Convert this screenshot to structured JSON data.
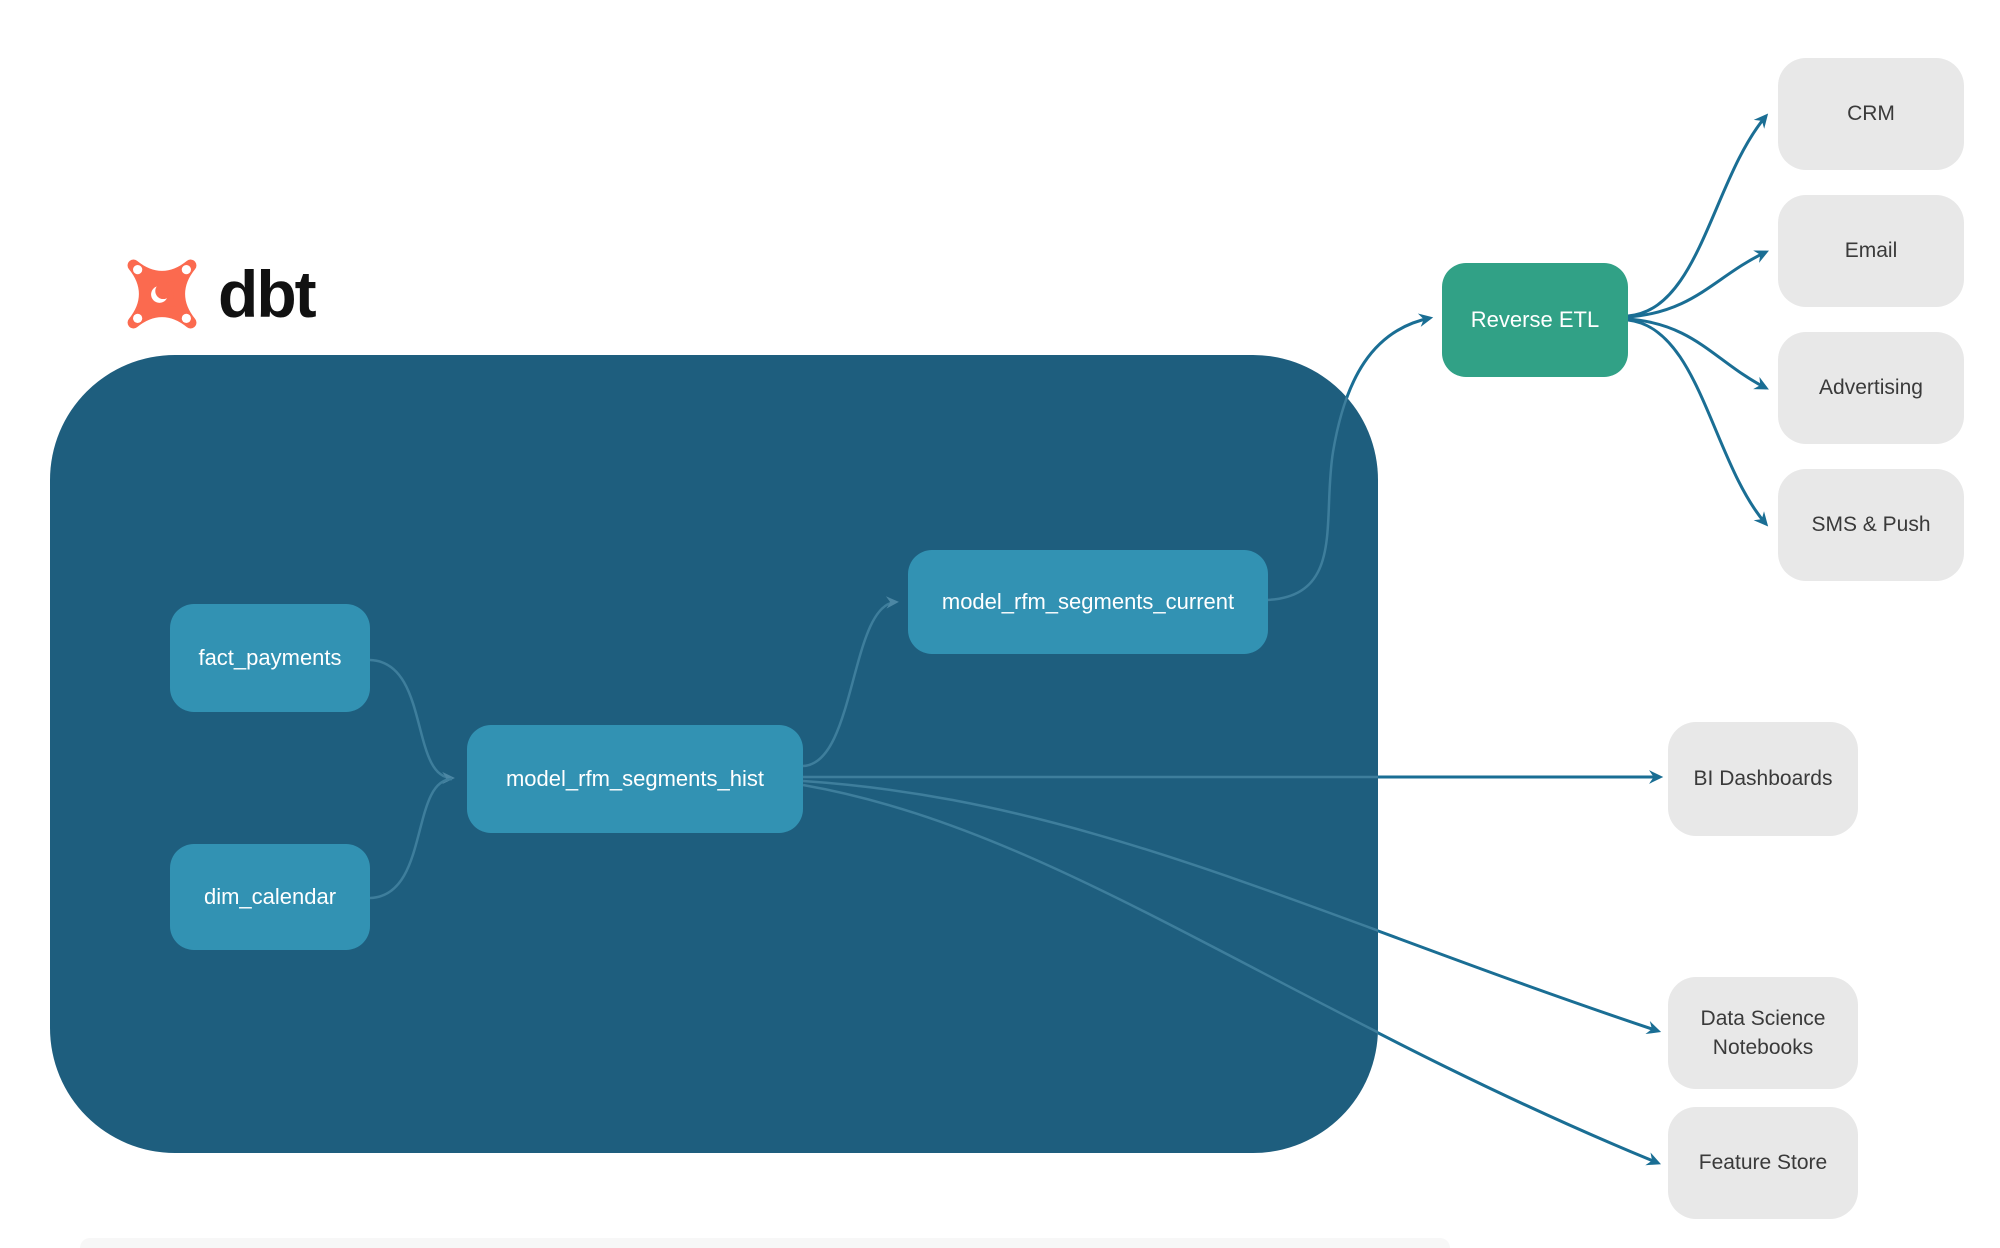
{
  "brand": {
    "name": "dbt"
  },
  "colors": {
    "warehouse_container": "#1E5E7E",
    "model_node": "#3292B3",
    "reverse_etl_node": "#31A186",
    "destination_box": "#E8E8E8",
    "destination_text": "#3A3A3A",
    "edge_outside": "#1A6E94",
    "edge_inside": "#3E7E9C",
    "logo_orange": "#FB6A4F",
    "node_text": "#FFFFFF"
  },
  "warehouse": {
    "nodes": [
      {
        "id": "fact_payments",
        "label": "fact_payments"
      },
      {
        "id": "dim_calendar",
        "label": "dim_calendar"
      },
      {
        "id": "model_rfm_segments_hist",
        "label": "model_rfm_segments_hist"
      },
      {
        "id": "model_rfm_segments_current",
        "label": "model_rfm_segments_current"
      }
    ]
  },
  "reverse_etl": {
    "label": "Reverse ETL"
  },
  "destinations": [
    {
      "id": "crm",
      "label": "CRM"
    },
    {
      "id": "email",
      "label": "Email"
    },
    {
      "id": "advertising",
      "label": "Advertising"
    },
    {
      "id": "sms_push",
      "label": "SMS & Push"
    },
    {
      "id": "bi_dashboards",
      "label": "BI Dashboards"
    },
    {
      "id": "ds_notebooks",
      "label": "Data Science Notebooks"
    },
    {
      "id": "feature_store",
      "label": "Feature Store"
    }
  ],
  "edges": [
    {
      "from": "fact_payments",
      "to": "model_rfm_segments_hist"
    },
    {
      "from": "dim_calendar",
      "to": "model_rfm_segments_hist"
    },
    {
      "from": "model_rfm_segments_hist",
      "to": "model_rfm_segments_current"
    },
    {
      "from": "model_rfm_segments_current",
      "to": "reverse_etl"
    },
    {
      "from": "reverse_etl",
      "to": "crm"
    },
    {
      "from": "reverse_etl",
      "to": "email"
    },
    {
      "from": "reverse_etl",
      "to": "advertising"
    },
    {
      "from": "reverse_etl",
      "to": "sms_push"
    },
    {
      "from": "model_rfm_segments_hist",
      "to": "bi_dashboards"
    },
    {
      "from": "model_rfm_segments_hist",
      "to": "ds_notebooks"
    },
    {
      "from": "model_rfm_segments_hist",
      "to": "feature_store"
    }
  ]
}
